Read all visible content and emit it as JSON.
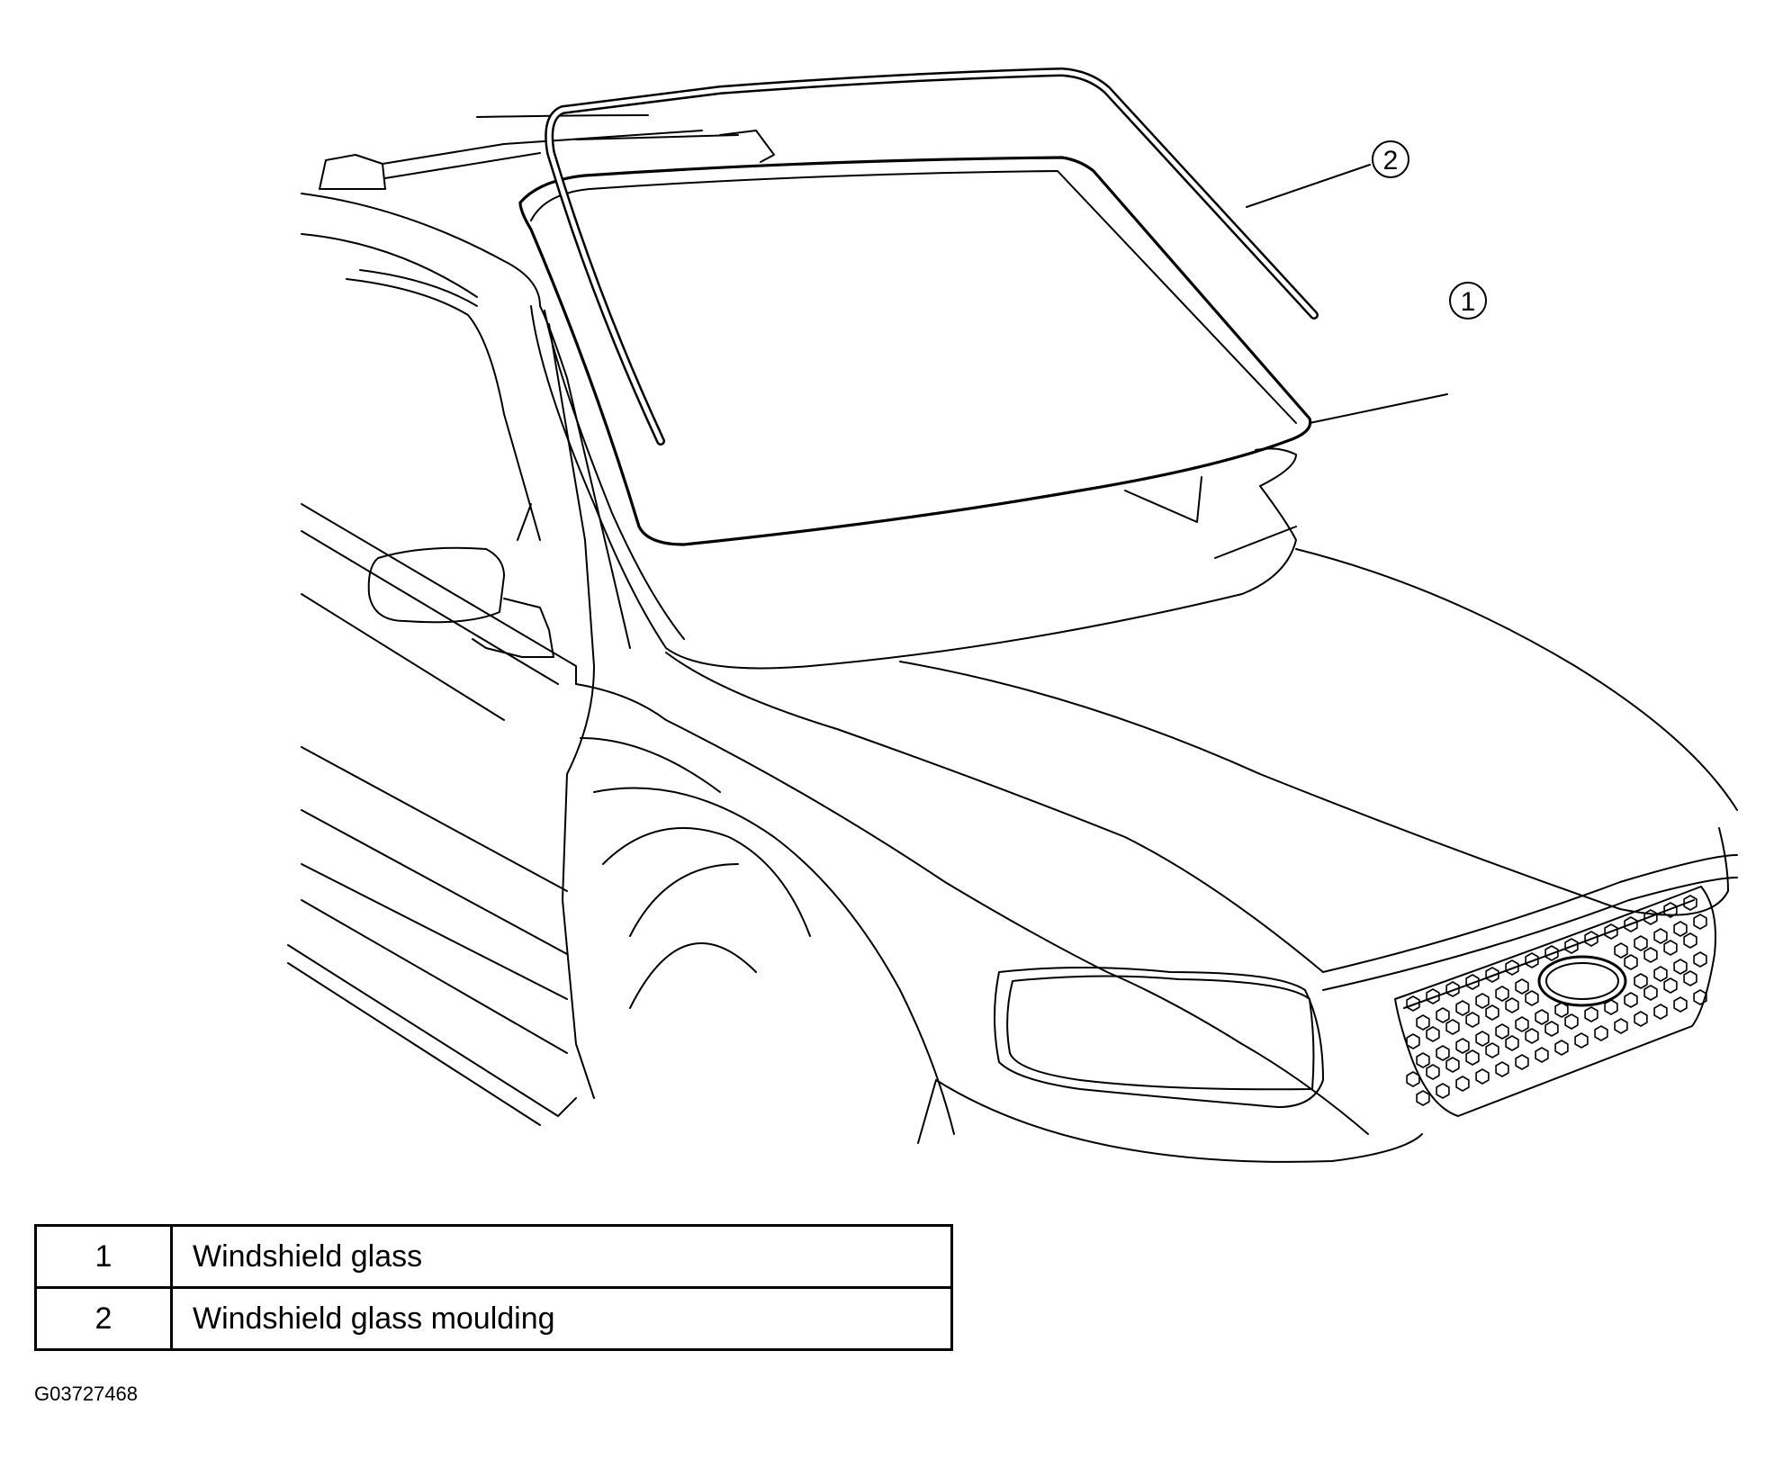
{
  "callouts": [
    {
      "number": "1",
      "target": "windshield-glass"
    },
    {
      "number": "2",
      "target": "windshield-glass-moulding"
    }
  ],
  "legend": [
    {
      "number": "1",
      "description": "Windshield glass"
    },
    {
      "number": "2",
      "description": "Windshield glass moulding"
    }
  ],
  "figure_id": "G03727468"
}
